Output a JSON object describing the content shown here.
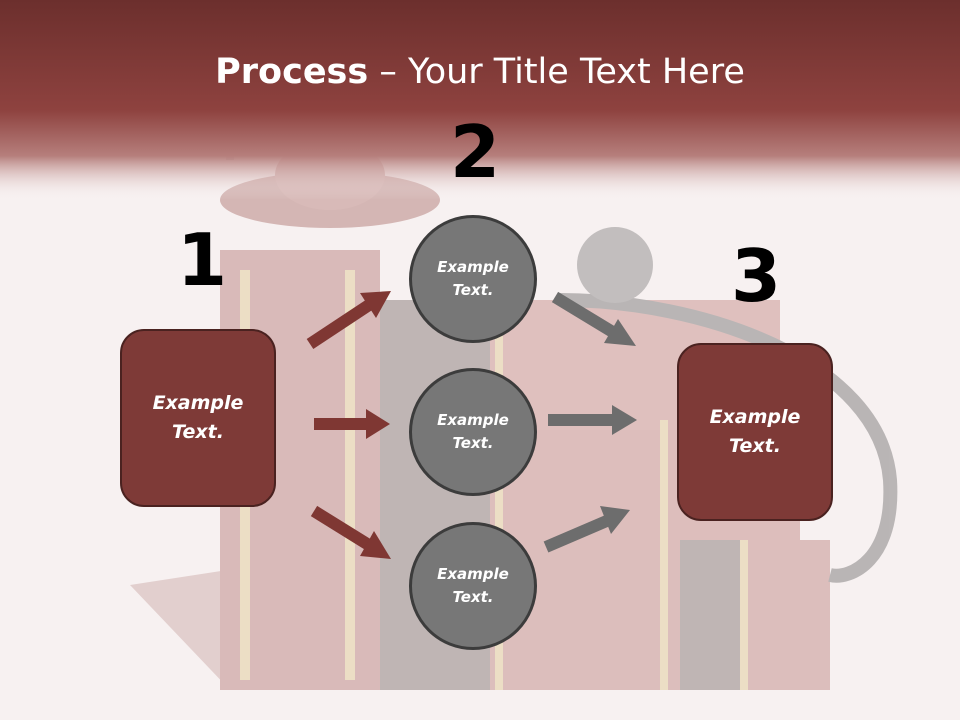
{
  "title": {
    "bold": "Process",
    "rest": " – Your Title Text Here"
  },
  "steps": {
    "n1": "1",
    "n2": "2",
    "n3": "3"
  },
  "boxes": {
    "left": "Example\nText.",
    "right": "Example\nText."
  },
  "circles": {
    "top": "Example\nText.",
    "middle": "Example\nText.",
    "bottom": "Example\nText."
  },
  "colors": {
    "header": "#8a3c39",
    "box": "#7e3a37",
    "circle": "#777777",
    "arrow_red": "#7f3733",
    "arrow_gray": "#6d6d6d"
  }
}
